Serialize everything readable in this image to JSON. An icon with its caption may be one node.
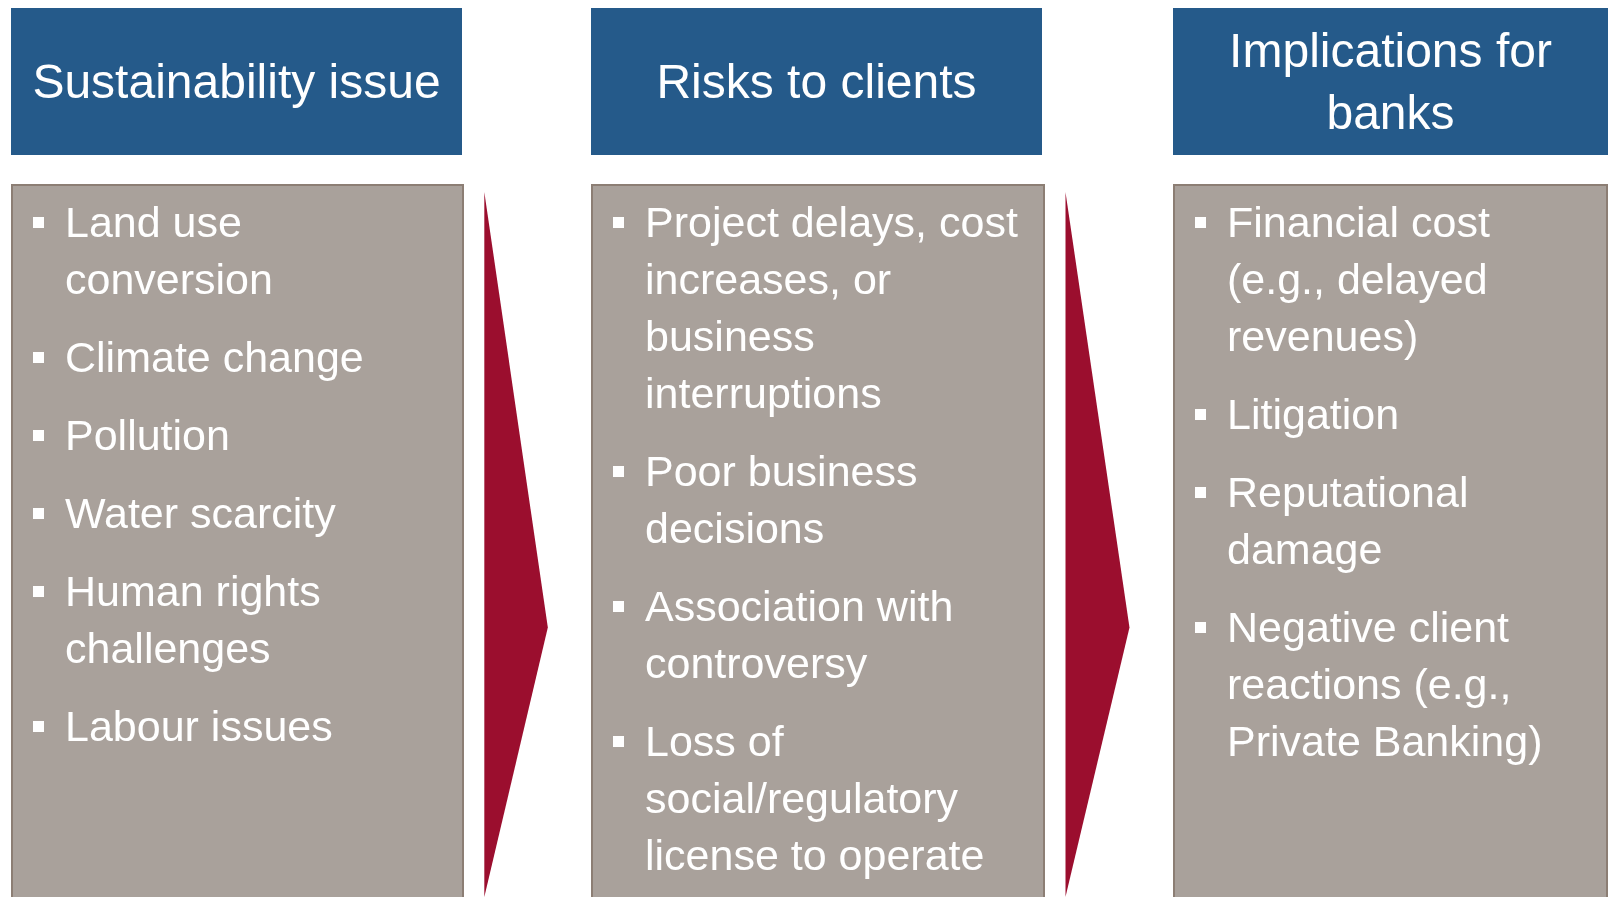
{
  "diagram": {
    "nodes": [
      {
        "text": [
          "Sustainability issue"
        ]
      },
      {
        "text": [
          "Land use conversion",
          "Climate change",
          "Pollution",
          "Water scarcity",
          "Human rights challenges",
          "Labour issues"
        ]
      },
      {
        "text": [
          "Risks to clients"
        ]
      },
      {
        "text": [
          "Project delays, cost increases, or business interruptions",
          "Poor business decisions",
          "Association with controversy",
          "Loss of social/regulatory license to operate"
        ]
      },
      {
        "text": [
          "Implications for banks"
        ]
      },
      {
        "text": [
          "Financial cost (e.g., delayed revenues)",
          "Litigation",
          "Reputational damage",
          "Negative client reactions (e.g., Private Banking)"
        ]
      }
    ],
    "edges": [
      {
        "from": 1,
        "to": 3,
        "arrow": "to"
      },
      {
        "from": 3,
        "to": 5,
        "arrow": "to"
      }
    ]
  }
}
